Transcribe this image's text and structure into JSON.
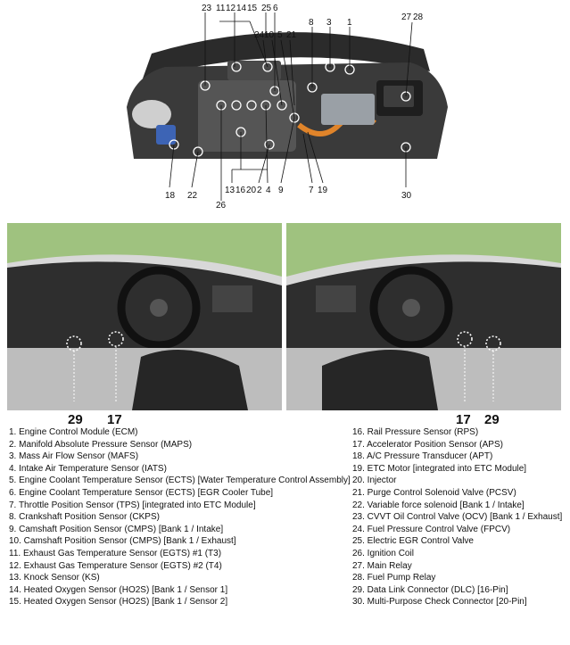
{
  "engine_callouts": {
    "top": [
      "23",
      "11",
      "12",
      "14",
      "15",
      "25",
      "6",
      "8",
      "3",
      "1",
      "27",
      "28",
      "24",
      "10",
      "5",
      "21"
    ],
    "bottom": [
      "18",
      "22",
      "13",
      "16",
      "20",
      "2",
      "4",
      "9",
      "7",
      "19",
      "30",
      "26"
    ]
  },
  "cabin_callouts": {
    "left": [
      "29",
      "17"
    ],
    "right": [
      "17",
      "29"
    ]
  },
  "legend_left": [
    "1. Engine Control Module (ECM)",
    "2. Manifold Absolute Pressure Sensor (MAPS)",
    "3. Mass Air Flow Sensor (MAFS)",
    "4. Intake Air Temperature Sensor (IATS)",
    "5. Engine Coolant Temperature Sensor (ECTS) [Water Temperature Control Assembly]",
    "6. Engine Coolant Temperature Sensor (ECTS) [EGR Cooler Tube]",
    "7. Throttle Position Sensor (TPS) [integrated into ETC Module]",
    "8. Crankshaft Position Sensor (CKPS)",
    "9. Camshaft Position Sensor (CMPS) [Bank 1 / Intake]",
    "10. Camshaft Position Sensor (CMPS) [Bank 1 / Exhaust]",
    "11. Exhaust Gas Temperature Sensor (EGTS) #1 (T3)",
    "12. Exhaust Gas Temperature Sensor (EGTS) #2 (T4)",
    "13. Knock Sensor (KS)",
    "14. Heated Oxygen Sensor (HO2S) [Bank 1 / Sensor 1]",
    "15. Heated Oxygen Sensor (HO2S) [Bank 1 / Sensor 2]"
  ],
  "legend_right": [
    "16. Rail Pressure Sensor (RPS)",
    "17. Accelerator Position Sensor (APS)",
    "18. A/C Pressure Transducer (APT)",
    "19. ETC Motor [integrated into ETC Module]",
    "20. Injector",
    "21. Purge Control Solenoid Valve (PCSV)",
    "22. Variable force solenoid [Bank 1 / Intake]",
    "23. CVVT Oil Control Valve (OCV) [Bank 1 / Exhaust]",
    "24. Fuel Pressure Control Valve (FPCV)",
    "25. Electric EGR Control Valve",
    "26. Ignition Coil",
    "27. Main Relay",
    "28. Fuel Pump Relay",
    "29. Data Link Connector (DLC) [16-Pin]",
    "30. Multi-Purpose Check Connector [20-Pin]"
  ]
}
